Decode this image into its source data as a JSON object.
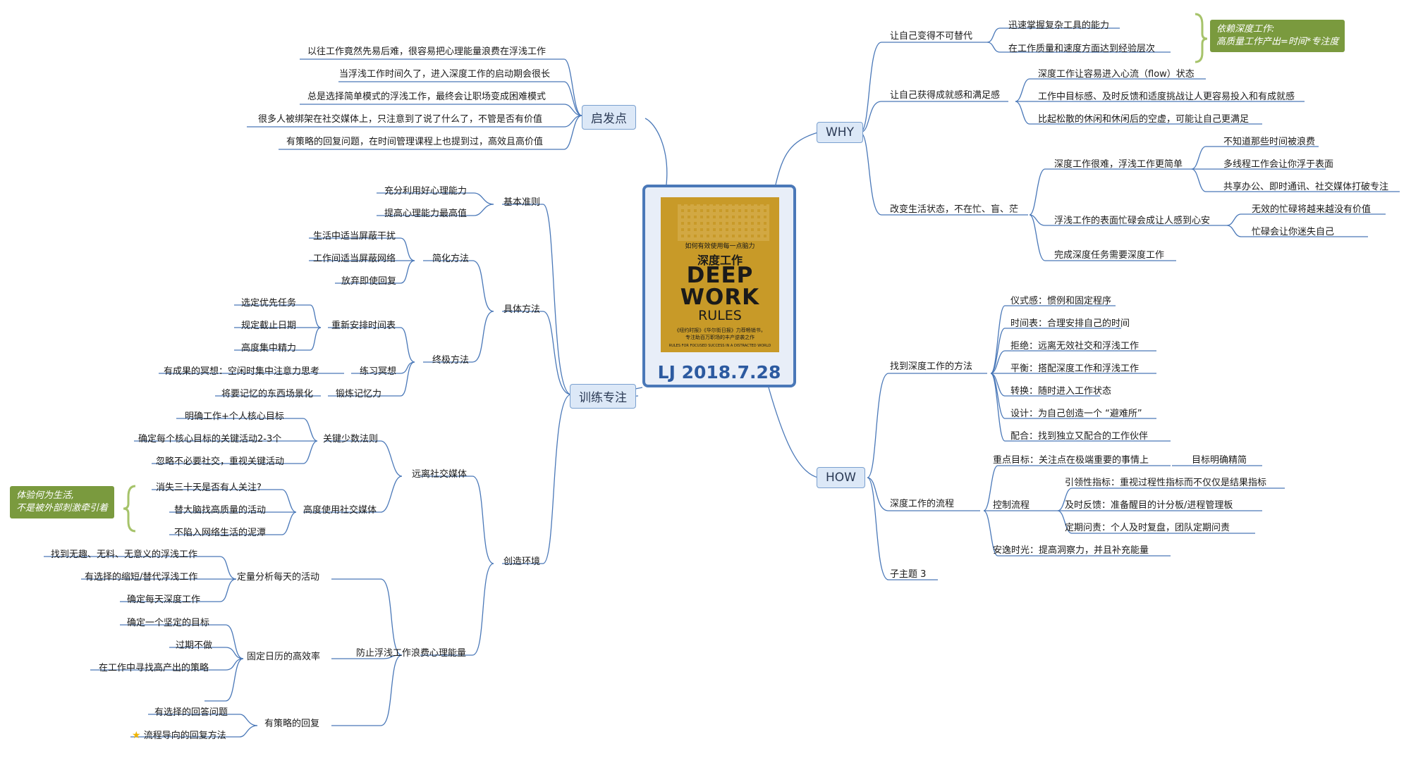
{
  "center": {
    "title": "LJ 2018.7.28",
    "cover": {
      "subtitle": "如何有效使用每一点脑力",
      "cn_title": "深度工作",
      "deep": "DEEP",
      "work": "WORK",
      "rules": "RULES",
      "blurb1": "《纽约时报》《华尔街日报》力荐畅销书，",
      "blurb2": "专注助百万职场的丰产逆袭之作",
      "tagline": "RULES FOR FOCUSED SUCCESS IN A DISTRACTED WORLD"
    }
  },
  "left": {
    "qifa": {
      "label": "启发点",
      "items": [
        "以往工作竟然先易后难，很容易把心理能量浪费在浮浅工作",
        "当浮浅工作时间久了，进入深度工作的启动期会很长",
        "总是选择简单模式的浮浅工作，最终会让职场变成困难模式",
        "很多人被绑架在社交媒体上，只注意到了说了什么了，不管是否有价值",
        "有策略的回复问题，在时间管理课程上也提到过，高效且高价值"
      ]
    },
    "xunlian": {
      "label": "训练专注",
      "jiben": {
        "label": "基本准则",
        "items": [
          "充分利用好心理能力",
          "提高心理能力最高值"
        ]
      },
      "juti": {
        "label": "具体方法",
        "jianhua": {
          "label": "简化方法",
          "items": [
            "生活中适当屏蔽干扰",
            "工作间适当屏蔽网络",
            "放弃即使回复"
          ]
        },
        "zhongji": {
          "label": "终极方法",
          "chongxin": {
            "label": "重新安排时间表",
            "items": [
              "选定优先任务",
              "规定截止日期",
              "高度集中精力"
            ]
          },
          "lianxi": {
            "label": "练习冥想",
            "items": [
              "有成果的冥想：空闲时集中注意力思考"
            ]
          },
          "duanlian": {
            "label": "锻炼记忆力",
            "items": [
              "将要记忆的东西场景化"
            ]
          }
        }
      },
      "chuangzao": {
        "label": "创造环境",
        "yuanli": {
          "label": "远离社交媒体",
          "guanjian": {
            "label": "关键少数法则",
            "items": [
              "明确工作+个人核心目标",
              "确定每个核心目标的关键活动2-3个",
              "忽略不必要社交，重视关键活动"
            ]
          },
          "gaodu": {
            "label": "高度使用社交媒体",
            "items": [
              "消失三十天是否有人关注?",
              "替大脑找高质量的活动",
              "不陷入网络生活的泥潭"
            ]
          },
          "note": [
            "体验何为生活,",
            "不是被外部刺激牵引着"
          ]
        },
        "fangzhi": {
          "label": "防止浮浅工作浪费心理能量",
          "dinglian": {
            "label": "定量分析每天的活动",
            "items": [
              "找到无趣、无料、无意义的浮浅工作",
              "有选择的缩短/替代浮浅工作",
              "确定每天深度工作"
            ]
          },
          "guding": {
            "label": "固定日历的高效率",
            "items": [
              "确定一个坚定的目标",
              "过期不做",
              "在工作中寻找高产出的策略",
              ""
            ]
          },
          "celue": {
            "label": "有策略的回复",
            "items": [
              "有选择的回答问题",
              "流程导向的回复方法"
            ]
          }
        }
      }
    }
  },
  "right": {
    "why": {
      "label": "WHY",
      "tidai": {
        "label": "让自己变得不可替代",
        "items": [
          "迅速掌握复杂工具的能力",
          "在工作质量和速度方面达到经验层次"
        ],
        "note": [
          "依赖深度工作:",
          "高质量工作产出=时间*专注度"
        ]
      },
      "chengjiu": {
        "label": "让自己获得成就感和满足感",
        "items": [
          "深度工作让容易进入心流（flow）状态",
          "工作中目标感、及时反馈和适度挑战让人更容易投入和有成就感",
          "比起松散的休闲和休闲后的空虚，可能让自己更满足"
        ]
      },
      "gaibian": {
        "label": "改变生活状态，不在忙、盲、茫",
        "henan": {
          "label": "深度工作很难，浮浅工作更简单",
          "items": [
            "不知道那些时间被浪费",
            "多线程工作会让你浮于表面",
            "共享办公、即时通讯、社交媒体打破专注"
          ]
        },
        "fuqian": {
          "label": "浮浅工作的表面忙碌会成让人感到心安",
          "items": [
            "无效的忙碌将越来越没有价值",
            "忙碌会让你迷失自己"
          ]
        },
        "wancheng": {
          "label": "完成深度任务需要深度工作"
        }
      }
    },
    "how": {
      "label": "HOW",
      "fangfa": {
        "label": "找到深度工作的方法",
        "items": [
          "仪式感：惯例和固定程序",
          "时间表：合理安排自己的时间",
          "拒绝：远离无效社交和浮浅工作",
          "平衡：搭配深度工作和浮浅工作",
          "转换：随时进入工作状态",
          "设计：为自己创造一个 “避难所”",
          "配合：找到独立又配合的工作伙伴"
        ]
      },
      "liucheng": {
        "label": "深度工作的流程",
        "zhongdian": {
          "label": "重点目标：关注点在极端重要的事情上",
          "items": [
            "目标明确精简"
          ]
        },
        "kongzhi": {
          "label": "控制流程",
          "items": [
            "引领性指标：重视过程性指标而不仅仅是结果指标",
            "及时反馈：准备醒目的计分板/进程管理板",
            "定期问责：个人及时复盘，团队定期问责"
          ]
        },
        "anyi": {
          "label": "安逸时光：提高洞察力，并且补充能量"
        }
      },
      "zizhuti": {
        "label": "子主题 3"
      }
    }
  }
}
